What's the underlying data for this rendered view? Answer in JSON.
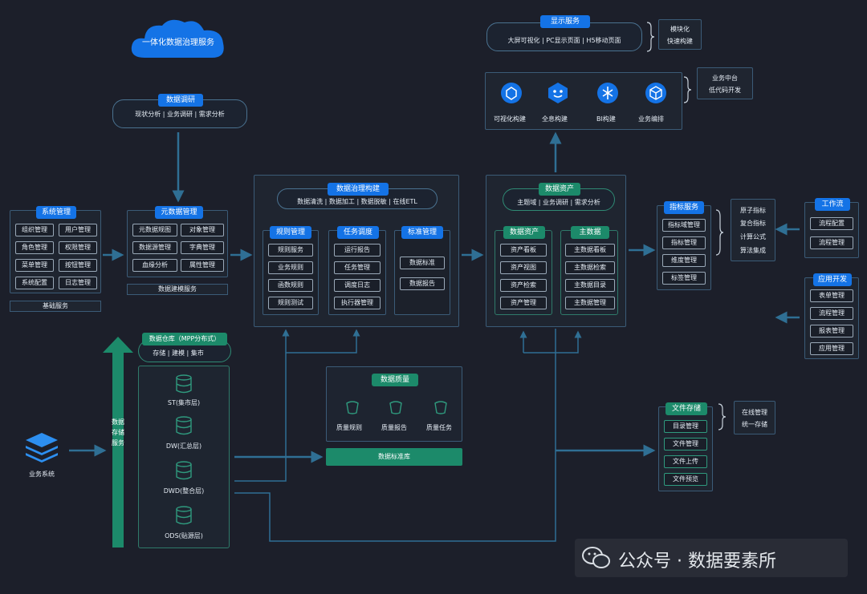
{
  "cloud": {
    "title": "一体化数据治理服务"
  },
  "research": {
    "title": "数据调研",
    "items": "现状分析 | 业务调研 | 需求分析"
  },
  "system_mgmt": {
    "title": "系统管理",
    "items": [
      "组织管理",
      "用户管理",
      "角色管理",
      "权限管理",
      "菜单管理",
      "按钮管理",
      "系统配置",
      "日志管理"
    ],
    "footer": "基础服务"
  },
  "metadata_mgmt": {
    "title": "元数据管理",
    "items": [
      "元数据规图",
      "对象管理",
      "数据源管理",
      "字典管理",
      "血缘分析",
      "属性管理"
    ],
    "footer": "数据建模服务"
  },
  "governance": {
    "title": "数据治理构建",
    "subtitle": "数据清洗 | 数据加工 | 数据脱敏 | 在线ETL",
    "groups": [
      {
        "title": "规则管理",
        "items": [
          "规则服务",
          "业务规则",
          "函数规则",
          "规则测试"
        ]
      },
      {
        "title": "任务调度",
        "items": [
          "运行报告",
          "任务管理",
          "调度日志",
          "执行器管理"
        ]
      },
      {
        "title": "标准管理",
        "items": [
          "数据标准",
          "数据报告"
        ]
      }
    ]
  },
  "assets": {
    "title": "数据资产",
    "subtitle": "主题域 | 业务调研 | 需求分析",
    "groups": [
      {
        "title": "数据资产",
        "items": [
          "资产看板",
          "资产视图",
          "资产检索",
          "资产管理"
        ]
      },
      {
        "title": "主数据",
        "items": [
          "主数据看板",
          "主数据检索",
          "主数据目录",
          "主数据管理"
        ]
      }
    ]
  },
  "display": {
    "title": "显示服务",
    "items": "大屏可视化 | PC显示页面 | H5移动页面",
    "side": [
      "模块化",
      "快速构建"
    ]
  },
  "build": {
    "items": [
      "可视化构建",
      "全息构建",
      "BI构建",
      "业务编排"
    ],
    "side": [
      "业务中台",
      "低代码开发"
    ]
  },
  "indicator": {
    "title": "指标服务",
    "items": [
      "指标域管理",
      "指标管理",
      "维度管理",
      "标签管理"
    ],
    "side": [
      "原子指标",
      "复合指标",
      "计算公式",
      "算法集成"
    ]
  },
  "workflow": {
    "title": "工作流",
    "items": [
      "流程配置",
      "流程管理"
    ]
  },
  "appdev": {
    "title": "应用开发",
    "items": [
      "表单管理",
      "流程管理",
      "报表管理",
      "应用管理"
    ]
  },
  "warehouse": {
    "title": "数据仓库（MPP分布式）",
    "items": "存储 | 建模 | 集市",
    "layers": [
      "ST(集市层)",
      "DW(汇总层)",
      "DWD(整合层)",
      "ODS(贴源层)"
    ]
  },
  "storage_service": {
    "label": "数据存储服务"
  },
  "business_system": {
    "label": "业务系统"
  },
  "quality": {
    "title": "数据质量",
    "items": [
      "质量规则",
      "质量报告",
      "质量任务"
    ],
    "bar": "数据标准库"
  },
  "file_storage": {
    "title": "文件存储",
    "items": [
      "目录管理",
      "文件管理",
      "文件上传",
      "文件预览"
    ],
    "side": [
      "在线管理",
      "统一存储"
    ]
  },
  "watermark": {
    "text": "公众号 · 数据要素所"
  },
  "colors": {
    "background": "#1c1f2a",
    "blue": "#1473e6",
    "teal": "#1c8a6a",
    "line": "#2f6f94"
  }
}
